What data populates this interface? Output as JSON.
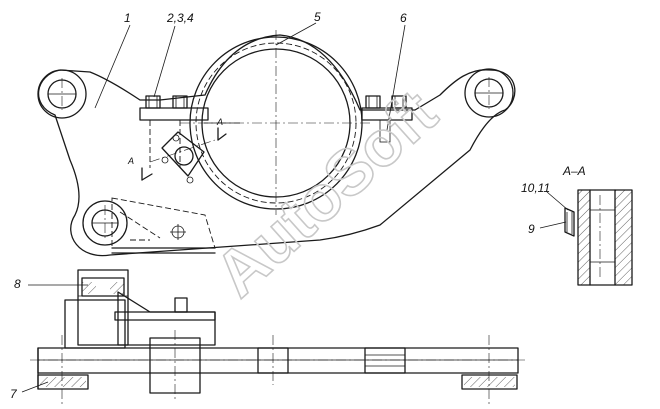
{
  "diagram": {
    "callouts": {
      "c1": "1",
      "c234": "2,3,4",
      "c5": "5",
      "c6": "6",
      "c7": "7",
      "c8": "8",
      "c9": "9",
      "c1011": "10,11"
    },
    "section_marks": {
      "left": "A",
      "right": "A"
    },
    "section_title": "A–A",
    "watermark": "AutoSoft"
  }
}
